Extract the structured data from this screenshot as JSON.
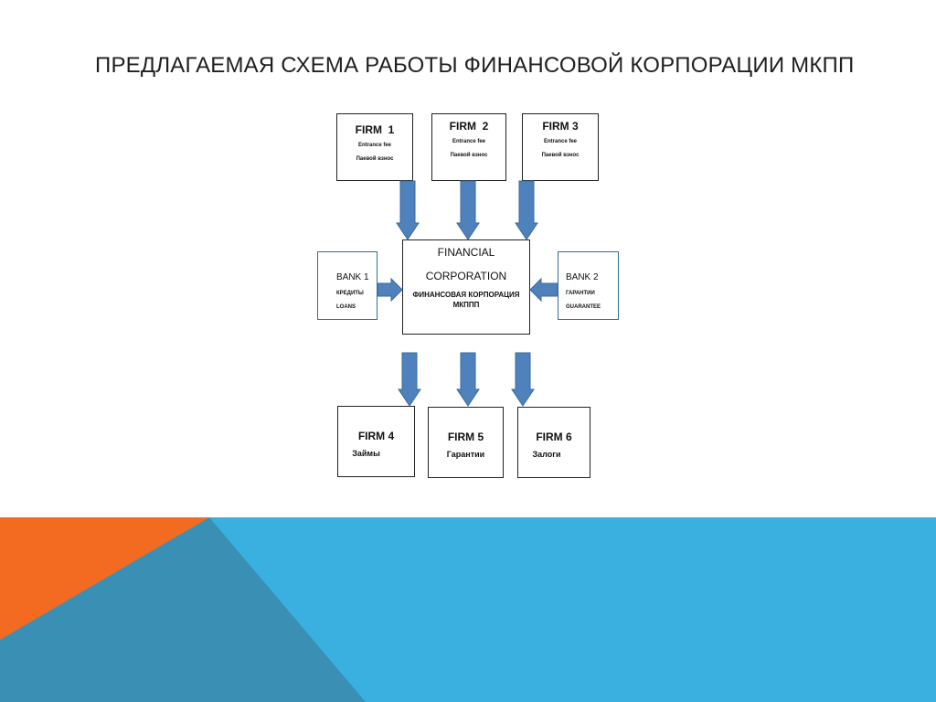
{
  "title": "ПРЕДЛАГАЕМАЯ СХЕМА РАБОТЫ ФИНАНСОВОЙ КОРПОРАЦИИ МКПП",
  "colors": {
    "orange": "#f26b21",
    "teal": "#3a8fb5",
    "sky": "#39b0df",
    "arrow": "#4f81bd",
    "arrow_stroke": "#3a6a9a"
  },
  "firms_top": [
    {
      "name": "FIRM  1",
      "line1": "Entrance fee",
      "line2": "Паевой взнос"
    },
    {
      "name": "FIRM  2",
      "line1": "Entrance fee",
      "line2": "Паевой взнос"
    },
    {
      "name": "FIRM 3",
      "line1": "Entrance fee",
      "line2": "Паевой взнос"
    }
  ],
  "corporation": {
    "line1": "FINANCIAL",
    "line2": "CORPORATION",
    "line3": "ФИНАНСОВАЯ КОРПОРАЦИЯ",
    "line4": "МКППП"
  },
  "bank1": {
    "name": "BANK 1",
    "line1": "КРЕДИТЫ",
    "line2": "LOANS"
  },
  "bank2": {
    "name": "BANK 2",
    "line1": "ГАРАНТИИ",
    "line2": "GUARANTEE"
  },
  "firms_bottom": [
    {
      "name": "FIRM 4",
      "line1": "Займы"
    },
    {
      "name": "FIRM 5",
      "line1": "Гарантии"
    },
    {
      "name": "FIRM 6",
      "line1": "Залоги"
    }
  ]
}
